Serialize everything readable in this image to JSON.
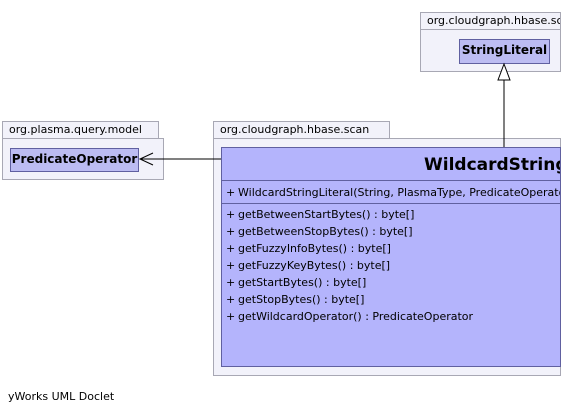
{
  "packages": {
    "scan_top": {
      "label": "org.cloudgraph.hbase.sc"
    },
    "query_model": {
      "label": "org.plasma.query.model"
    },
    "scan_main": {
      "label": "org.cloudgraph.hbase.scan"
    }
  },
  "classes": {
    "string_literal": {
      "name": "StringLiteral"
    },
    "predicate_operator": {
      "name": "PredicateOperator"
    },
    "wildcard": {
      "name": "WildcardStringLite",
      "constructors": [
        {
          "visibility": "+",
          "signature": "WildcardStringLiteral(String, PlasmaType, PredicateOperato"
        }
      ],
      "methods": [
        {
          "visibility": "+",
          "signature": "getBetweenStartBytes() : byte[]"
        },
        {
          "visibility": "+",
          "signature": "getBetweenStopBytes() : byte[]"
        },
        {
          "visibility": "+",
          "signature": "getFuzzyInfoBytes() : byte[]"
        },
        {
          "visibility": "+",
          "signature": "getFuzzyKeyBytes() : byte[]"
        },
        {
          "visibility": "+",
          "signature": "getStartBytes() : byte[]"
        },
        {
          "visibility": "+",
          "signature": "getStopBytes() : byte[]"
        },
        {
          "visibility": "+",
          "signature": "getWildcardOperator() : PredicateOperator"
        }
      ]
    }
  },
  "relations": {
    "inheritance": {
      "from": "WildcardStringLiteral",
      "to": "StringLiteral",
      "kind": "generalization"
    },
    "association": {
      "from": "WildcardStringLiteral",
      "to": "PredicateOperator",
      "kind": "navigable-association"
    }
  },
  "footer": {
    "text": "yWorks UML Doclet"
  },
  "colors": {
    "package_fill": "#f2f2fa",
    "package_border": "#a8a8b4",
    "class_fill": "#bcbcf2",
    "class_fill_main": "#b4b4fc",
    "class_border": "#6060a0"
  }
}
